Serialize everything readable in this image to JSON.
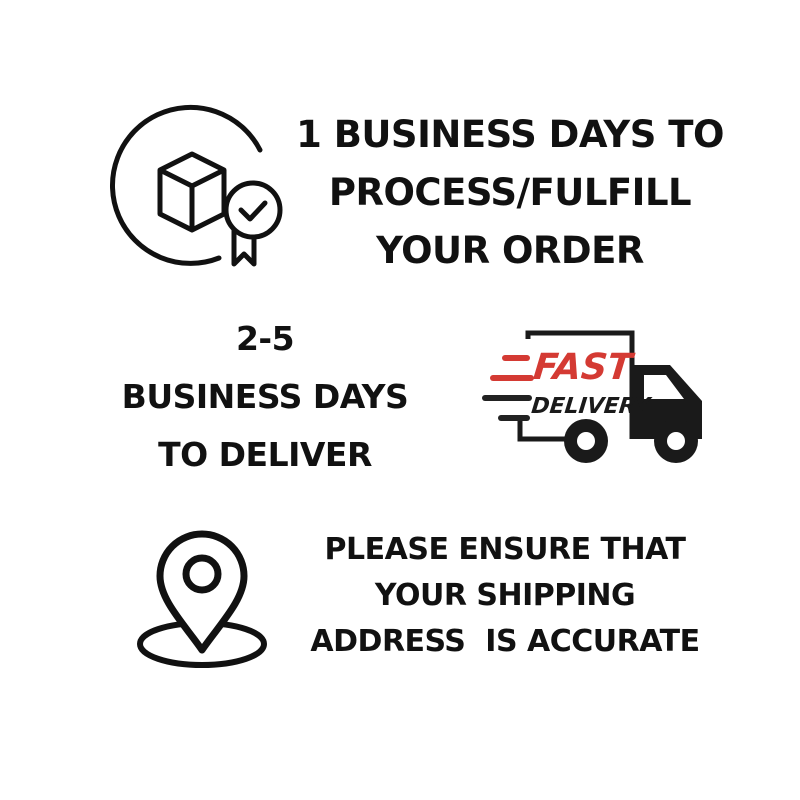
{
  "sections": [
    {
      "icon": "package-check-icon",
      "lines": [
        "1 BUSINESS DAYS TO",
        "PROCESS/FULFILL",
        "YOUR ORDER"
      ]
    },
    {
      "icon": "fast-delivery-truck-icon",
      "lines": [
        "2-5",
        "BUSINESS DAYS",
        "TO DELIVER"
      ],
      "badge": {
        "line1": "FAST",
        "line2": "DELIVERY"
      }
    },
    {
      "icon": "location-pin-icon",
      "lines": [
        "PLEASE ENSURE THAT",
        "YOUR SHIPPING",
        "ADDRESS  IS ACCURATE"
      ]
    }
  ],
  "colors": {
    "text": "#111111",
    "accent": "#d43a33",
    "truck": "#1a1a1a"
  }
}
